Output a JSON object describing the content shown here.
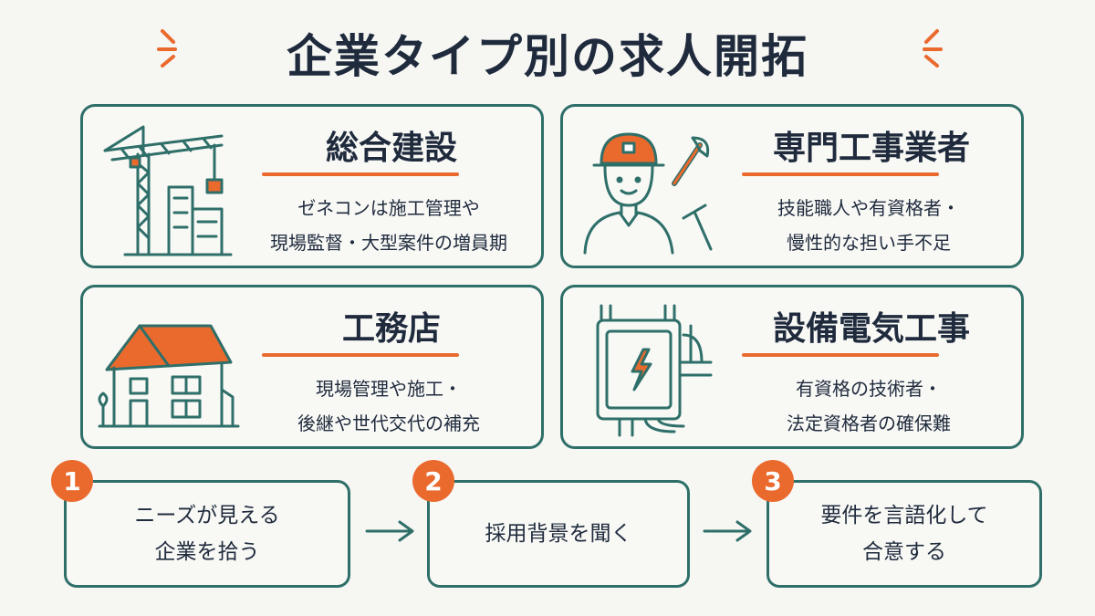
{
  "title": "企業タイプ別の求人開拓",
  "cards": [
    {
      "heading": "総合建設",
      "desc_line1": "ゼネコンは施工管理や",
      "desc_line2": "現場監督・大型案件の増員期",
      "icon": "crane-building-icon"
    },
    {
      "heading": "専門工事業者",
      "desc_line1": "技能職人や有資格者・",
      "desc_line2": "慢性的な担い手不足",
      "icon": "worker-tools-icon"
    },
    {
      "heading": "工務店",
      "desc_line1": "現場管理や施工・",
      "desc_line2": "後継や世代交代の補充",
      "icon": "house-icon"
    },
    {
      "heading": "設備電気工事",
      "desc_line1": "有資格の技術者・",
      "desc_line2": "法定資格者の確保難",
      "icon": "electrical-panel-icon"
    }
  ],
  "steps": [
    {
      "number": "1",
      "line1": "ニーズが見える",
      "line2": "企業を拾う"
    },
    {
      "number": "2",
      "line1": "採用背景を聞く",
      "line2": ""
    },
    {
      "number": "3",
      "line1": "要件を言語化して",
      "line2": "合意する"
    }
  ],
  "colors": {
    "accent": "#ea6a2e",
    "border": "#2f6f69",
    "text": "#1f2b3d",
    "background": "#f6f6f3"
  }
}
